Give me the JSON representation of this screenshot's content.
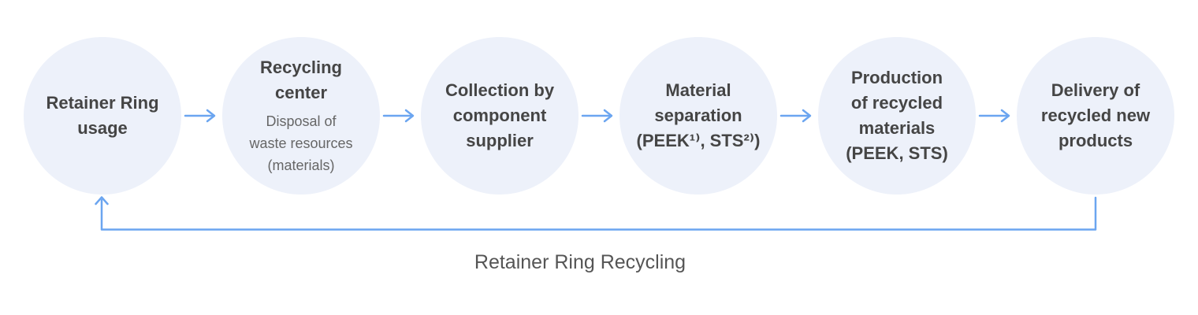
{
  "colors": {
    "background": "#ffffff",
    "circle_fill": "#edf1fa",
    "arrow": "#6ba5f0",
    "loop_line": "#6ba5f0",
    "title_text": "#454545",
    "subtitle_text": "#666666",
    "label_text": "#555555"
  },
  "flow": {
    "steps": [
      {
        "title": "Retainer Ring\nusage"
      },
      {
        "title": "Recycling\ncenter",
        "subtitle": "Disposal of\nwaste resources\n(materials)"
      },
      {
        "title": "Collection by\ncomponent\nsupplier"
      },
      {
        "title": "Material\nseparation\n(PEEK¹⁾, STS²⁾)"
      },
      {
        "title": "Production\nof recycled\nmaterials\n(PEEK, STS)"
      },
      {
        "title": "Delivery of\nrecycled new\nproducts"
      }
    ],
    "loop_label": "Retainer Ring Recycling"
  }
}
